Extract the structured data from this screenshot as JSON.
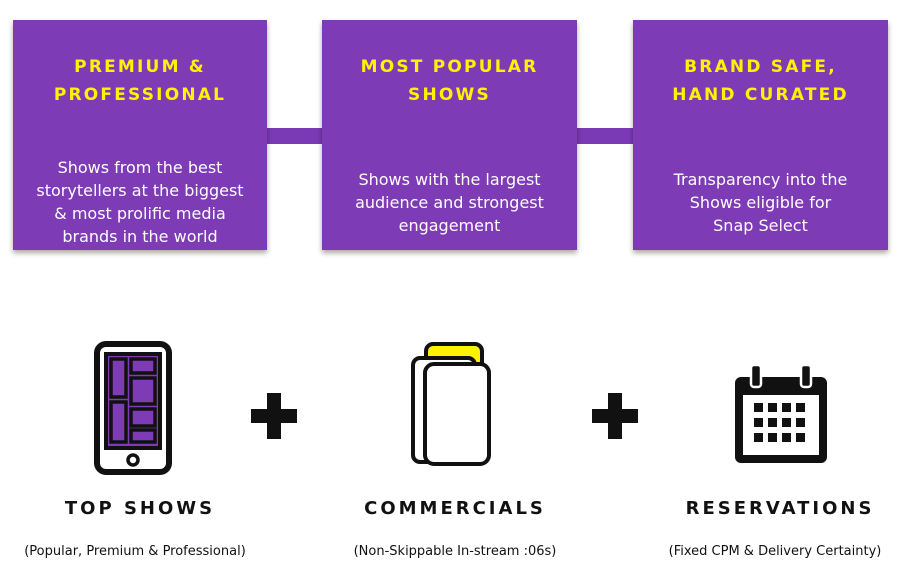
{
  "colors": {
    "card_bg": "#7e3bb6",
    "title_yellow": "#fff200",
    "text_white": "#ffffff",
    "icon_purple": "#7e3bb6",
    "icon_yellow": "#fff200",
    "ink": "#111111"
  },
  "cards": [
    {
      "title_lines": [
        "PREMIUM &",
        "PROFESSIONAL"
      ],
      "desc_lines": [
        "Shows from the best",
        "storytellers at the biggest",
        "& most prolific media",
        "brands in the world"
      ]
    },
    {
      "title_lines": [
        "MOST POPULAR",
        "SHOWS"
      ],
      "desc_lines": [
        "Shows with the largest",
        "audience and strongest",
        "engagement"
      ]
    },
    {
      "title_lines": [
        "BRAND SAFE,",
        "HAND CURATED"
      ],
      "desc_lines": [
        "Transparency into the",
        "Shows eligible for",
        "Snap Select"
      ]
    }
  ],
  "products": [
    {
      "icon": "phone-grid-icon",
      "title": "TOP SHOWS",
      "subtitle": "(Popular, Premium & Professional)"
    },
    {
      "icon": "stacked-cards-icon",
      "title": "COMMERCIALS",
      "subtitle": "(Non-Skippable In-stream :06s)"
    },
    {
      "icon": "calendar-icon",
      "title": "RESERVATIONS",
      "subtitle": "(Fixed CPM & Delivery Certainty)"
    }
  ],
  "operators": [
    "plus-icon",
    "plus-icon"
  ]
}
